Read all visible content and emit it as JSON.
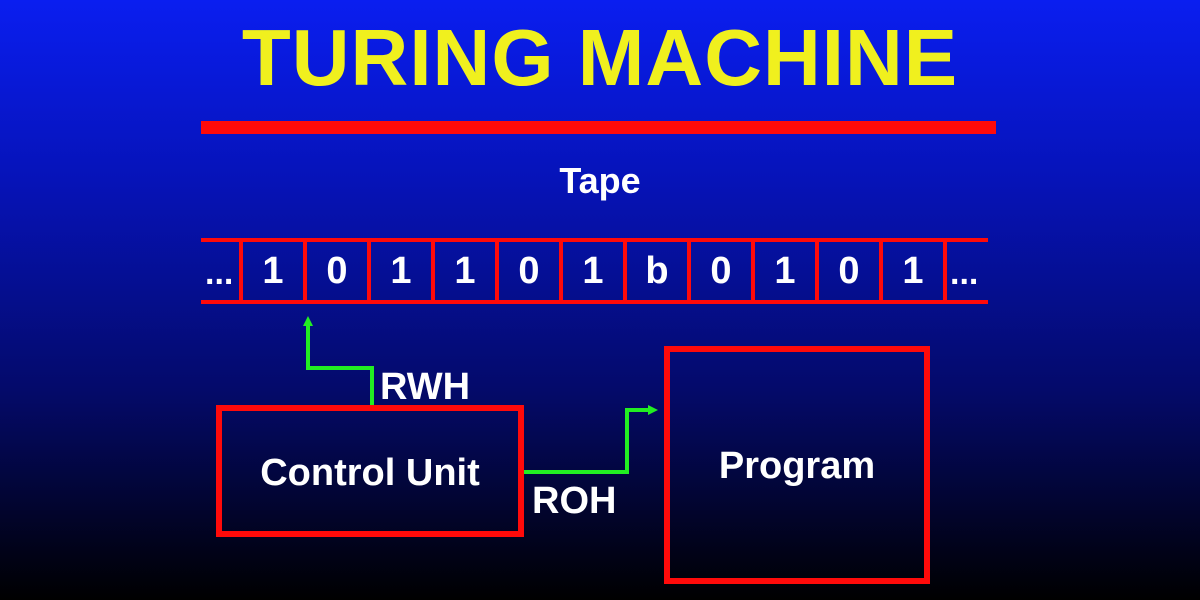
{
  "title": "TURING MACHINE",
  "tape": {
    "label": "Tape",
    "cells": [
      "1",
      "0",
      "1",
      "1",
      "0",
      "1",
      "b",
      "0",
      "1",
      "0",
      "1"
    ],
    "left_ellipsis": "...",
    "right_ellipsis": "..."
  },
  "labels": {
    "rwh": "RWH",
    "roh": "ROH"
  },
  "boxes": {
    "control_unit": "Control Unit",
    "program": "Program"
  },
  "colors": {
    "title": "#f0f01e",
    "rule": "#ff0a0a",
    "box_border": "#ff0a0a",
    "arrow": "#22ee22",
    "text": "#ffffff"
  }
}
